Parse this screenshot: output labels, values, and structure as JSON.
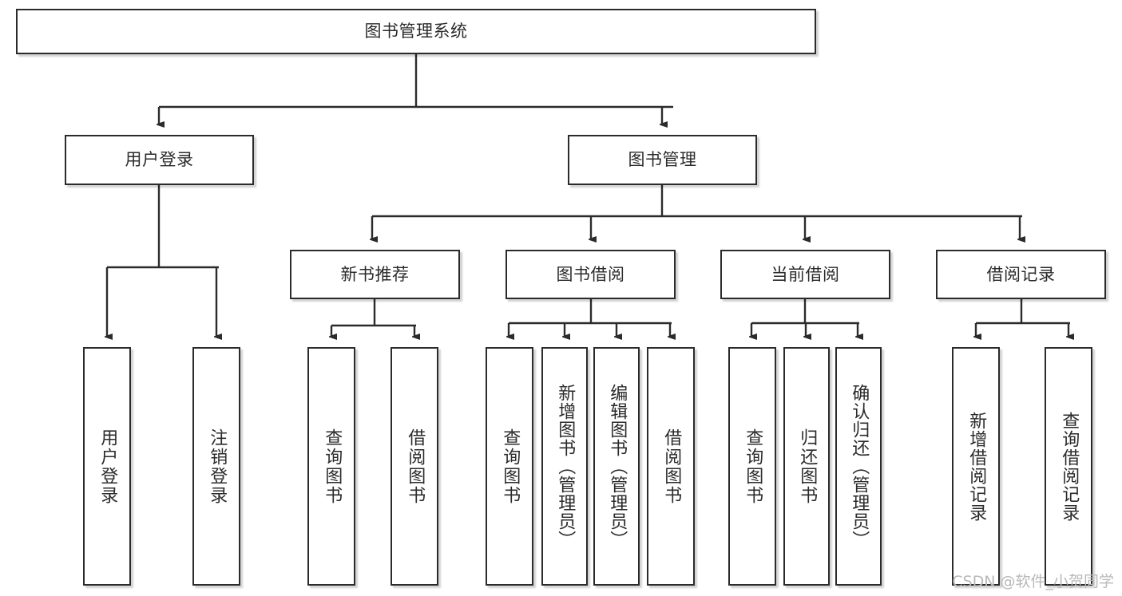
{
  "diagram": {
    "type": "tree-hierarchy",
    "title": "图书管理系统",
    "watermark": "CSDN @软件_小贺同学",
    "colors": {
      "stroke": "#2b2b2b",
      "fill": "#ffffff",
      "watermark": "#b9b9b9"
    },
    "levels": {
      "root": {
        "label": "图书管理系统"
      },
      "level2": [
        {
          "label": "用户登录"
        },
        {
          "label": "图书管理"
        }
      ],
      "level3": [
        {
          "label": "新书推荐"
        },
        {
          "label": "图书借阅"
        },
        {
          "label": "当前借阅"
        },
        {
          "label": "借阅记录"
        }
      ],
      "leaves_user_login": [
        {
          "label": "用户登录"
        },
        {
          "label": "注销登录"
        }
      ],
      "leaves_new_books": [
        {
          "label": "查询图书"
        },
        {
          "label": "借阅图书"
        }
      ],
      "leaves_borrow": [
        {
          "label": "查询图书"
        },
        {
          "label": "新增图书（管理员）"
        },
        {
          "label": "编辑图书（管理员）"
        },
        {
          "label": "借阅图书"
        }
      ],
      "leaves_current": [
        {
          "label": "查询图书"
        },
        {
          "label": "归还图书"
        },
        {
          "label": "确认归还（管理员）"
        }
      ],
      "leaves_records": [
        {
          "label": "新增借阅记录"
        },
        {
          "label": "查询借阅记录"
        }
      ]
    }
  }
}
